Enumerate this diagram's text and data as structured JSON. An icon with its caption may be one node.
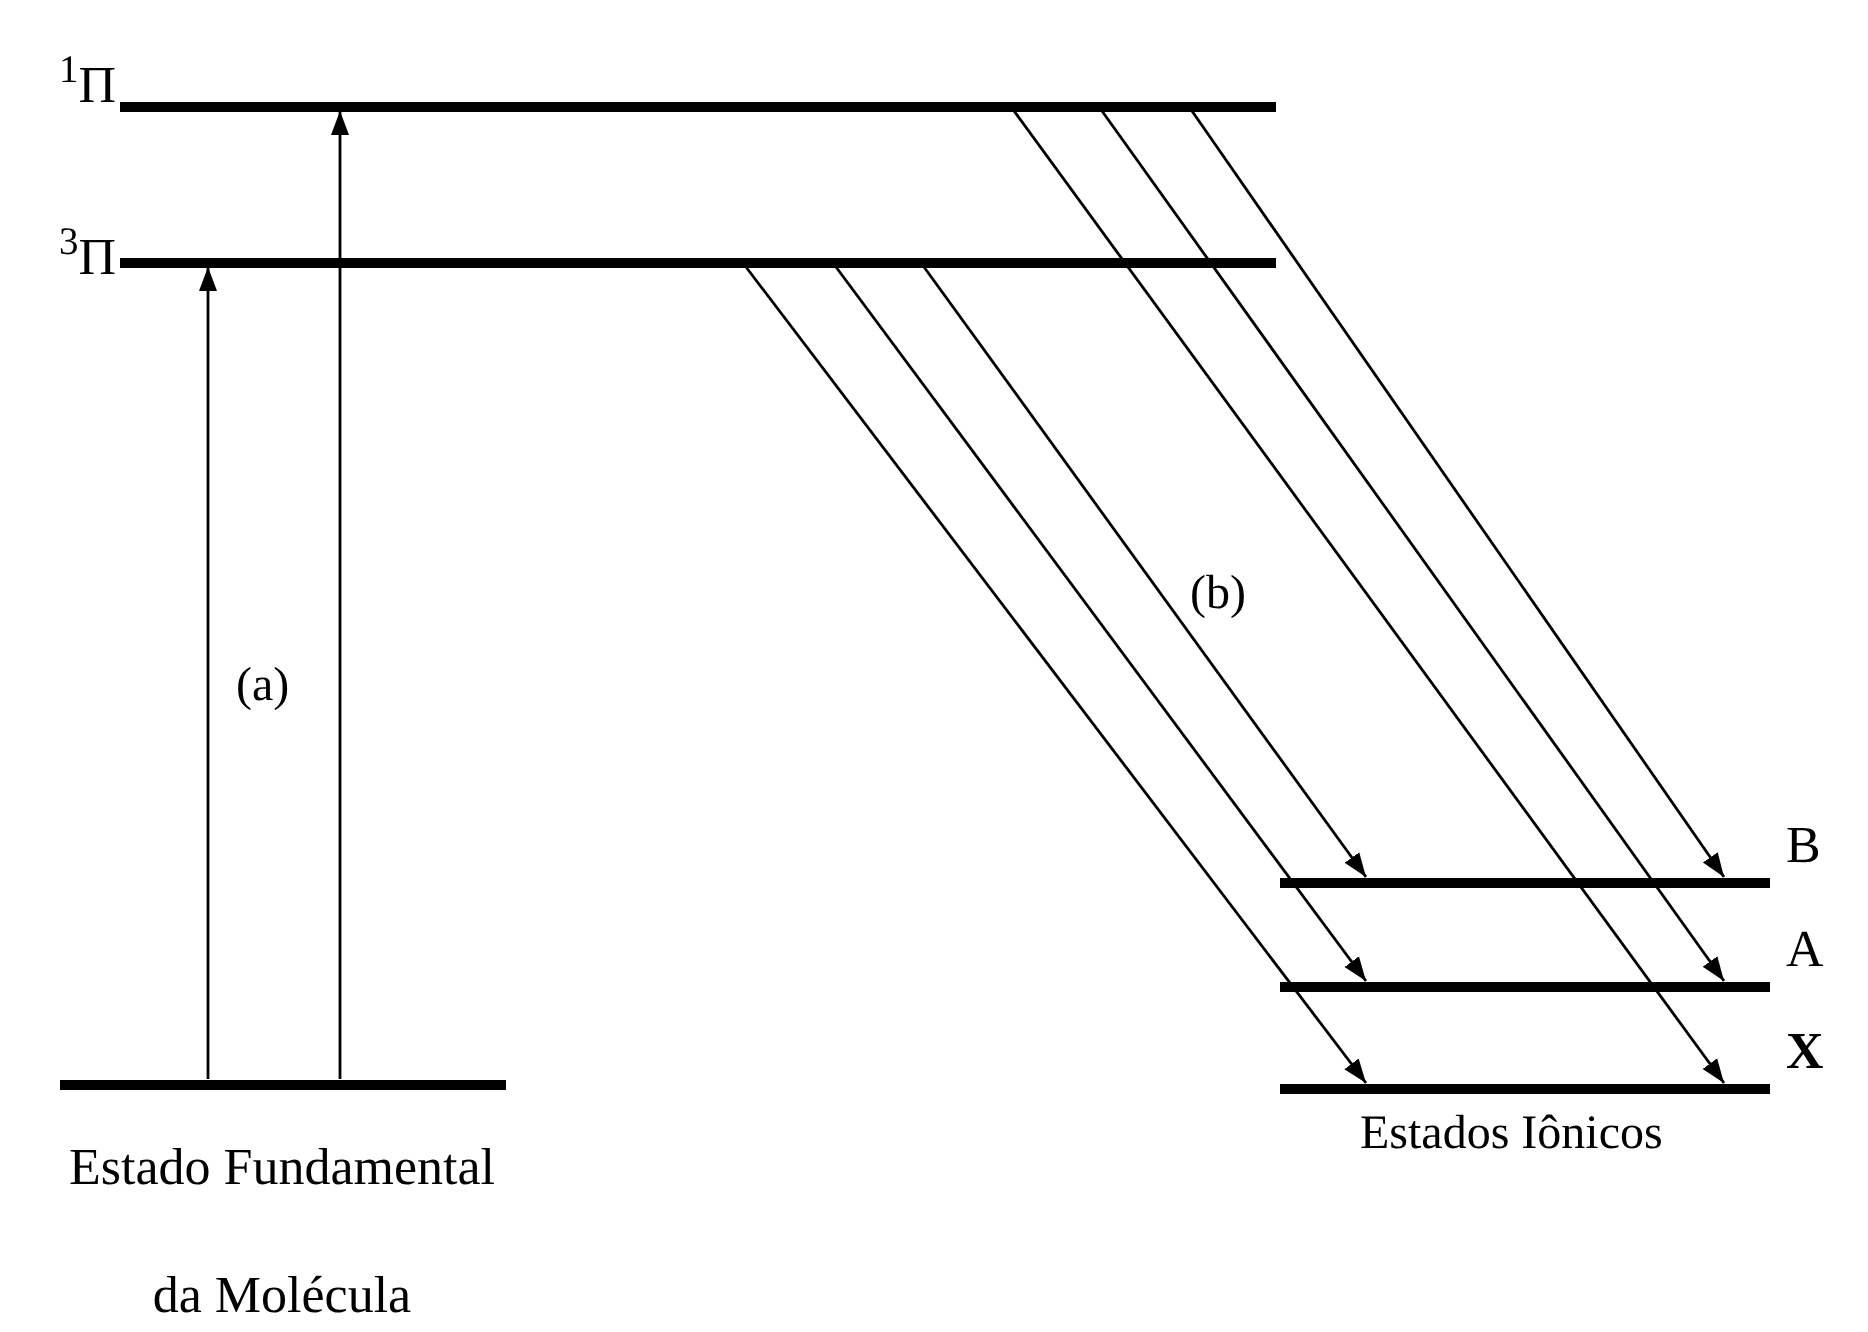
{
  "diagram": {
    "nodes": [
      {
        "text": [],
        "shape": "bar",
        "beside": [
          "$^{1}$Π"
        ]
      },
      {
        "text": [],
        "shape": "bar",
        "beside": [
          "$^{3}$Π"
        ]
      },
      {
        "text": [],
        "shape": "bar",
        "beside": [
          "Estado Fundamental da Molécula"
        ]
      },
      {
        "text": [],
        "shape": "bar",
        "beside": [
          "B"
        ]
      },
      {
        "text": [],
        "shape": "bar",
        "beside": [
          "A"
        ]
      },
      {
        "text": [],
        "shape": "bar",
        "beside": [
          "X"
        ]
      }
    ],
    "edges": [
      {
        "from": 2,
        "to": 1,
        "arrow": "to"
      },
      {
        "from": 2,
        "to": 0,
        "arrow": "to"
      },
      {
        "from": 1,
        "to": 5,
        "arrow": "to"
      },
      {
        "from": 1,
        "to": 4,
        "arrow": "to"
      },
      {
        "from": 1,
        "to": 3,
        "arrow": "to"
      },
      {
        "from": 0,
        "to": 5,
        "arrow": "to"
      },
      {
        "from": 0,
        "to": 4,
        "arrow": "to"
      },
      {
        "from": 0,
        "to": 3,
        "arrow": "to"
      }
    ],
    "labels": [
      "(a)",
      "(b)",
      "Estados Iônicos"
    ]
  }
}
